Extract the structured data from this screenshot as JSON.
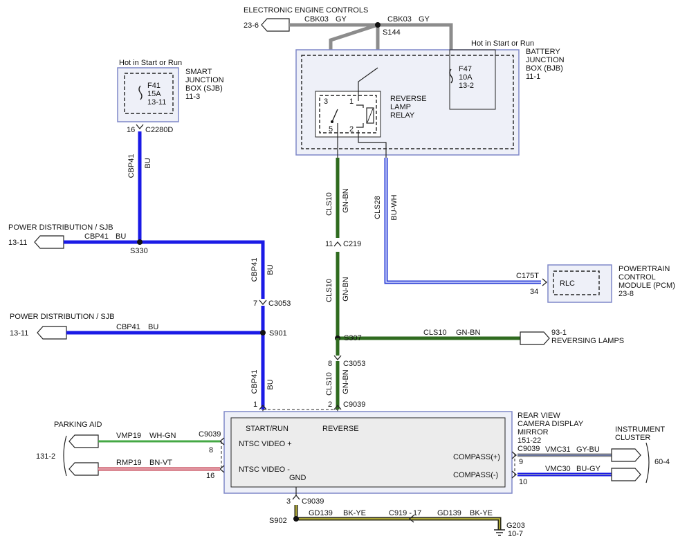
{
  "colors": {
    "bu": "#1a1ae6",
    "gy": "#8c8c8c",
    "gn_bn": "#2f6b1f",
    "bu_wh": "#2b3fd6",
    "wh_gn": "#45a845",
    "bn_vt": "#c74a5a",
    "bk_ye": "#2a2a18",
    "bu_gy": "#5a6aa0",
    "module_border": "#7f87c8"
  },
  "top": {
    "title": "ELECTRONIC ENGINE CONTROLS",
    "ref": "23-6",
    "w1_circuit": "CBK03",
    "w1_color": "GY",
    "w2_circuit": "CBK03",
    "w2_color": "GY",
    "splice": "S144"
  },
  "sjb": {
    "hot": "Hot in Start or Run",
    "name1": "SMART",
    "name2": "JUNCTION",
    "name3": "BOX (SJB)",
    "ref": "11-3",
    "fuse": "F41",
    "amp": "15A",
    "fuse_ref": "13-11",
    "pin": "16",
    "connector": "C2280D"
  },
  "bjb": {
    "hot": "Hot in Start or Run",
    "name1": "BATTERY",
    "name2": "JUNCTION",
    "name3": "BOX (BJB)",
    "ref": "11-1",
    "fuse": "F47",
    "amp": "10A",
    "fuse_ref": "13-2",
    "relay1": "REVERSE",
    "relay2": "LAMP",
    "relay3": "RELAY",
    "pin3": "3",
    "pin1": "1",
    "pin5": "5",
    "pin2": "2"
  },
  "wires": {
    "cbp41_v": "CBP41",
    "bu_v": "BU",
    "cls10_v1": "CLS10",
    "gnbn_v1": "GN-BN",
    "cls28_v": "CLS28",
    "buwh_v": "BU-WH",
    "cbp41_v2": "CBP41",
    "bu_v2": "BU",
    "cls10_v2": "CLS10",
    "gnbn_v2": "GN-BN",
    "cbp41_v3": "CBP41",
    "bu_v3": "BU",
    "cls10_v3": "CLS10",
    "gnbn_v3": "GN-BN"
  },
  "pd1": {
    "label": "POWER DISTRIBUTION / SJB",
    "ref": "13-11",
    "circuit": "CBP41",
    "color": "BU",
    "splice": "S330"
  },
  "pd2": {
    "label": "POWER DISTRIBUTION / SJB",
    "ref": "13-11",
    "circuit": "CBP41",
    "color": "BU",
    "splice": "S901"
  },
  "c219": {
    "pin": "11",
    "name": "C219"
  },
  "c3053a": {
    "pin": "7",
    "name": "C3053"
  },
  "c3053b": {
    "pin": "8",
    "name": "C3053"
  },
  "s307": "S307",
  "rev": {
    "circuit": "CLS10",
    "color": "GN-BN",
    "ref": "93-1",
    "label": "REVERSING LAMPS"
  },
  "pcm": {
    "name1": "POWERTRAIN",
    "name2": "CONTROL",
    "name3": "MODULE (PCM)",
    "ref": "23-8",
    "connector": "C175T",
    "pin": "34",
    "rlc": "RLC"
  },
  "mirror": {
    "name1": "REAR VIEW",
    "name2": "CAMERA DISPLAY",
    "name3": "MIRROR",
    "ref": "151-22",
    "start_run": "START/RUN",
    "reverse": "REVERSE",
    "ntsc_p": "NTSC VIDEO +",
    "ntsc_m": "NTSC VIDEO -",
    "gnd": "GND",
    "compass_p": "COMPASS(+)",
    "compass_m": "COMPASS(-)",
    "pin1": "1",
    "pin2": "2",
    "c9039_top": "C9039",
    "c9039_left": "C9039",
    "pin8": "8",
    "pin16": "16",
    "c9039_right": "C9039",
    "pin9": "9",
    "pin10": "10",
    "pin3": "3",
    "c9039_bot": "C9039"
  },
  "parking": {
    "label": "PARKING AID",
    "ref": "131-2",
    "vmp_circuit": "VMP19",
    "vmp_color": "WH-GN",
    "rmp_circuit": "RMP19",
    "rmp_color": "BN-VT"
  },
  "cluster": {
    "label1": "INSTRUMENT",
    "label2": "CLUSTER",
    "ref": "60-4",
    "vmc31_circuit": "VMC31",
    "vmc31_color": "GY-BU",
    "vmc30_circuit": "VMC30",
    "vmc30_color": "BU-GY"
  },
  "ground": {
    "splice": "S902",
    "circuit1": "GD139",
    "color1": "BK-YE",
    "conn": "C919 -",
    "pin": "17",
    "circuit2": "GD139",
    "color2": "BK-YE",
    "g": "G203",
    "gref": "10-7"
  }
}
